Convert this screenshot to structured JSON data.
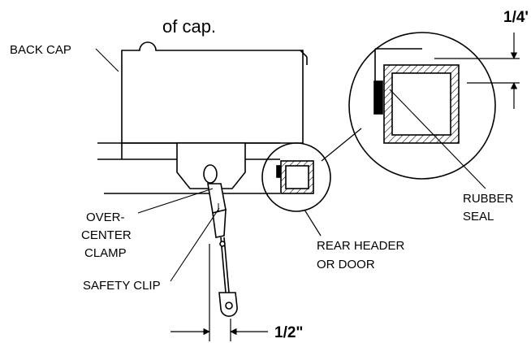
{
  "caption_fragment": "of cap.",
  "labels": {
    "back_cap": "BACK CAP",
    "over_center_1": "OVER-",
    "over_center_2": "CENTER",
    "over_center_3": "CLAMP",
    "safety_clip": "SAFETY CLIP",
    "rear_header_1": "REAR HEADER",
    "rear_header_2": "OR DOOR",
    "rubber_1": "RUBBER",
    "rubber_2": "SEAL"
  },
  "dimensions": {
    "gap_top": "1/4'",
    "gap_bottom": "1/2\""
  },
  "colors": {
    "line": "#000000",
    "background": "#ffffff"
  }
}
